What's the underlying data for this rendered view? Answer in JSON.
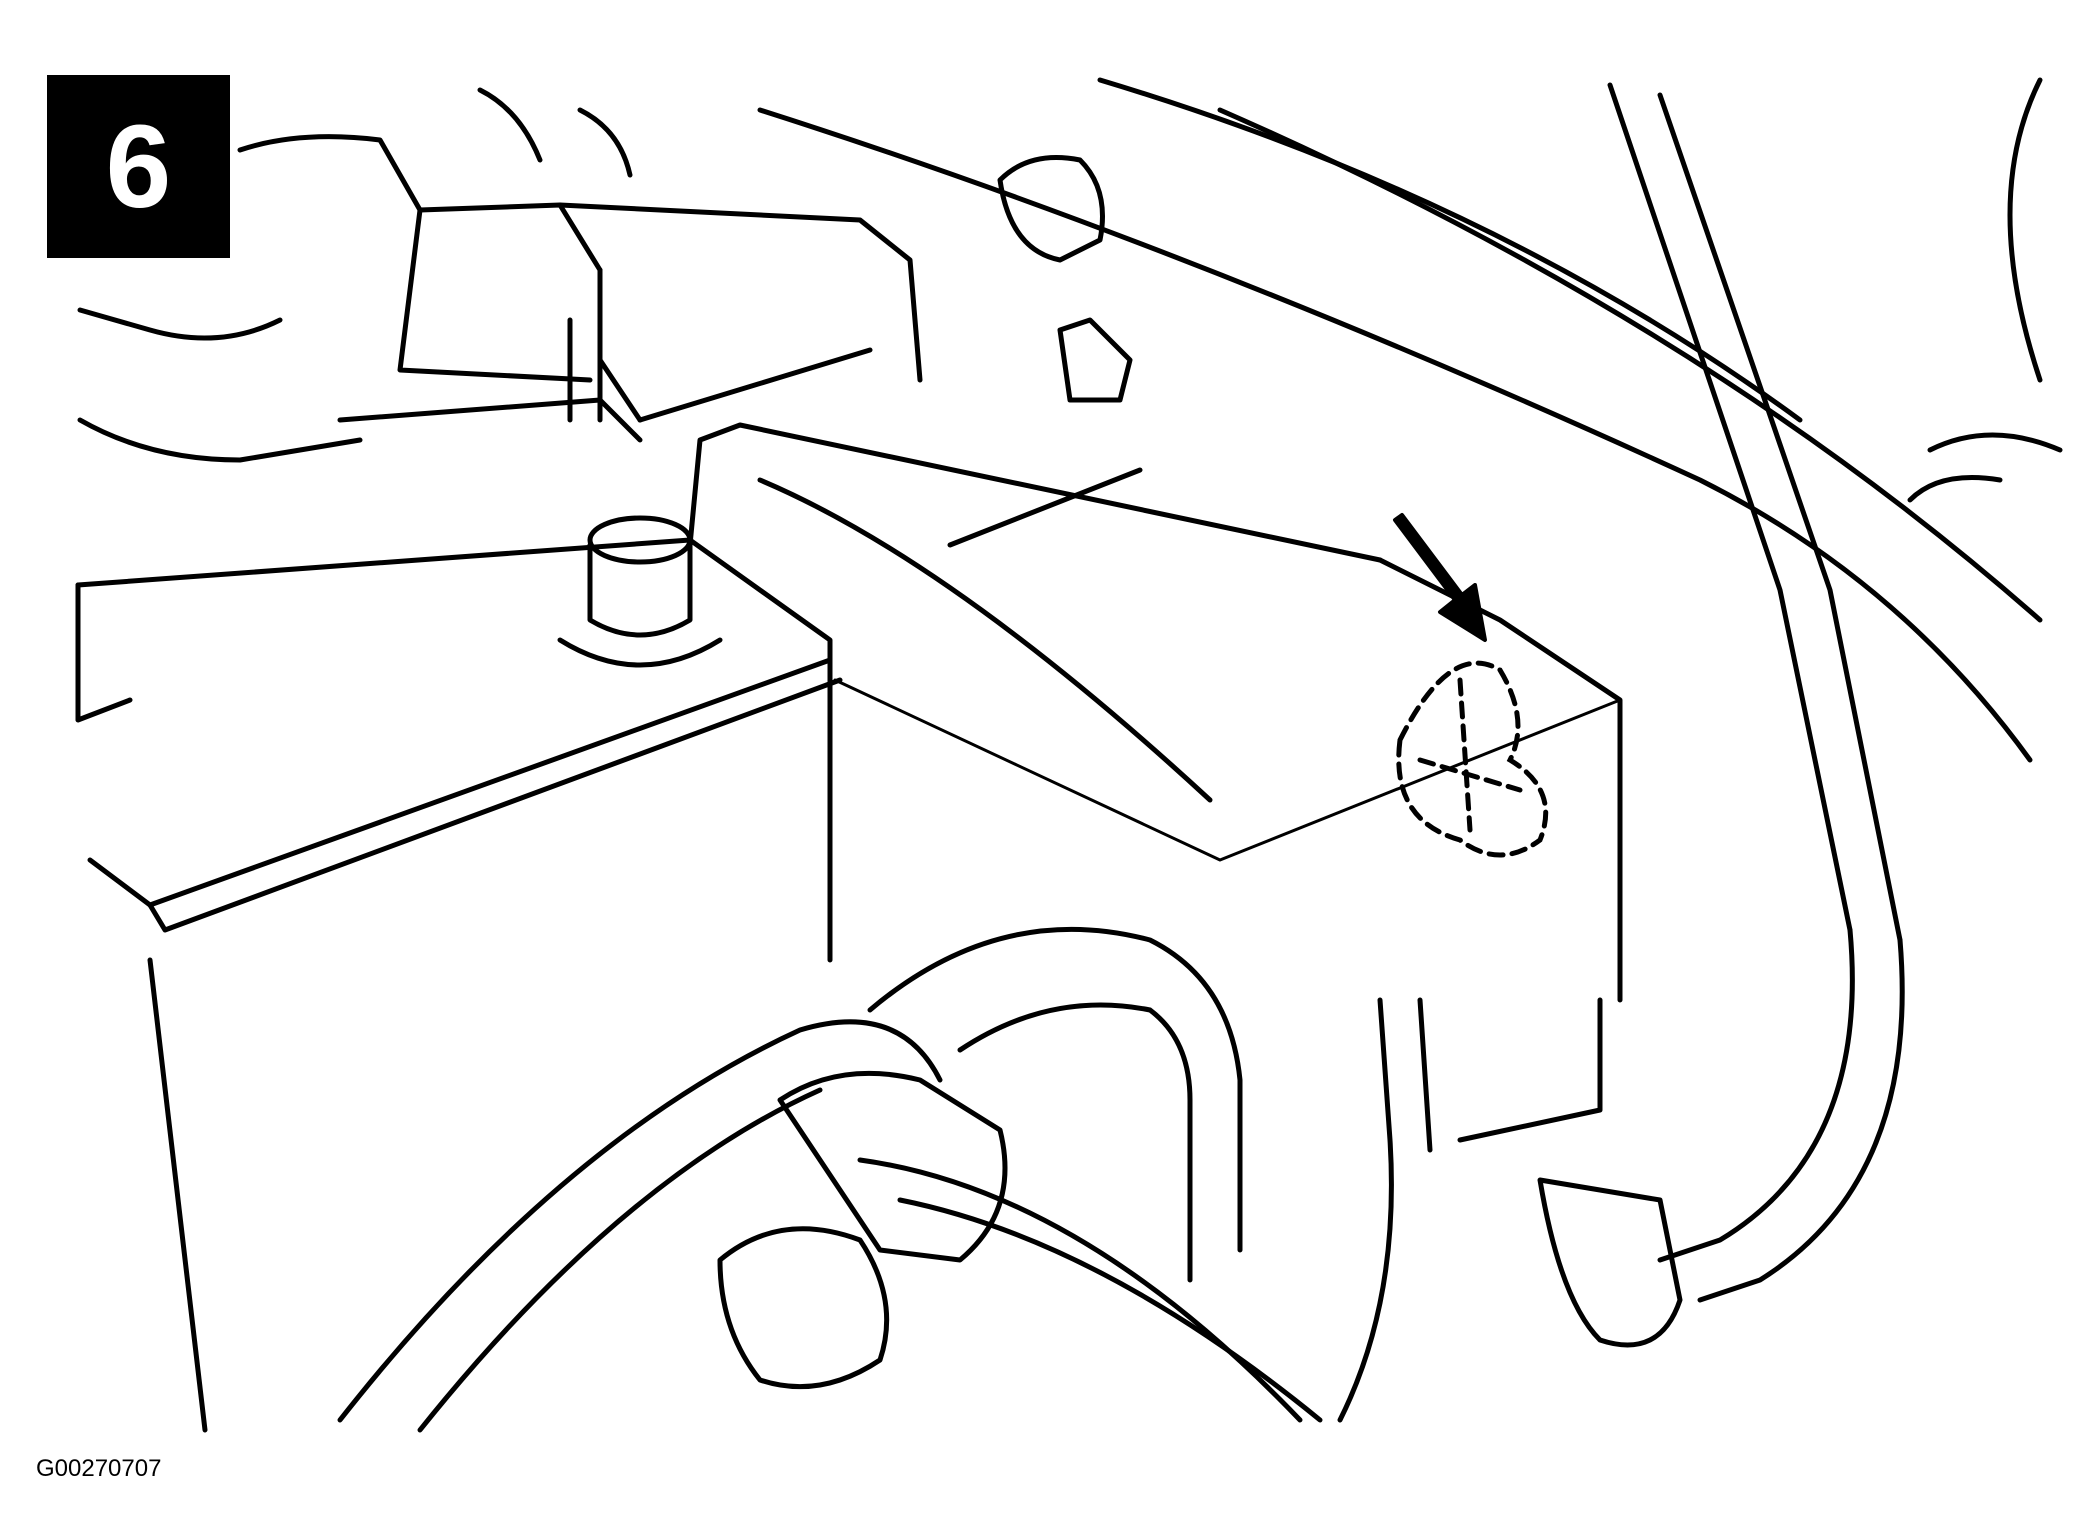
{
  "figure": {
    "step_number": "6",
    "figure_id": "G00270707",
    "icons": [
      "battery-illustration",
      "arrow-indicator-icon",
      "connector-clip-icon"
    ],
    "colors": {
      "ink": "#000000",
      "paper": "#ffffff"
    }
  }
}
